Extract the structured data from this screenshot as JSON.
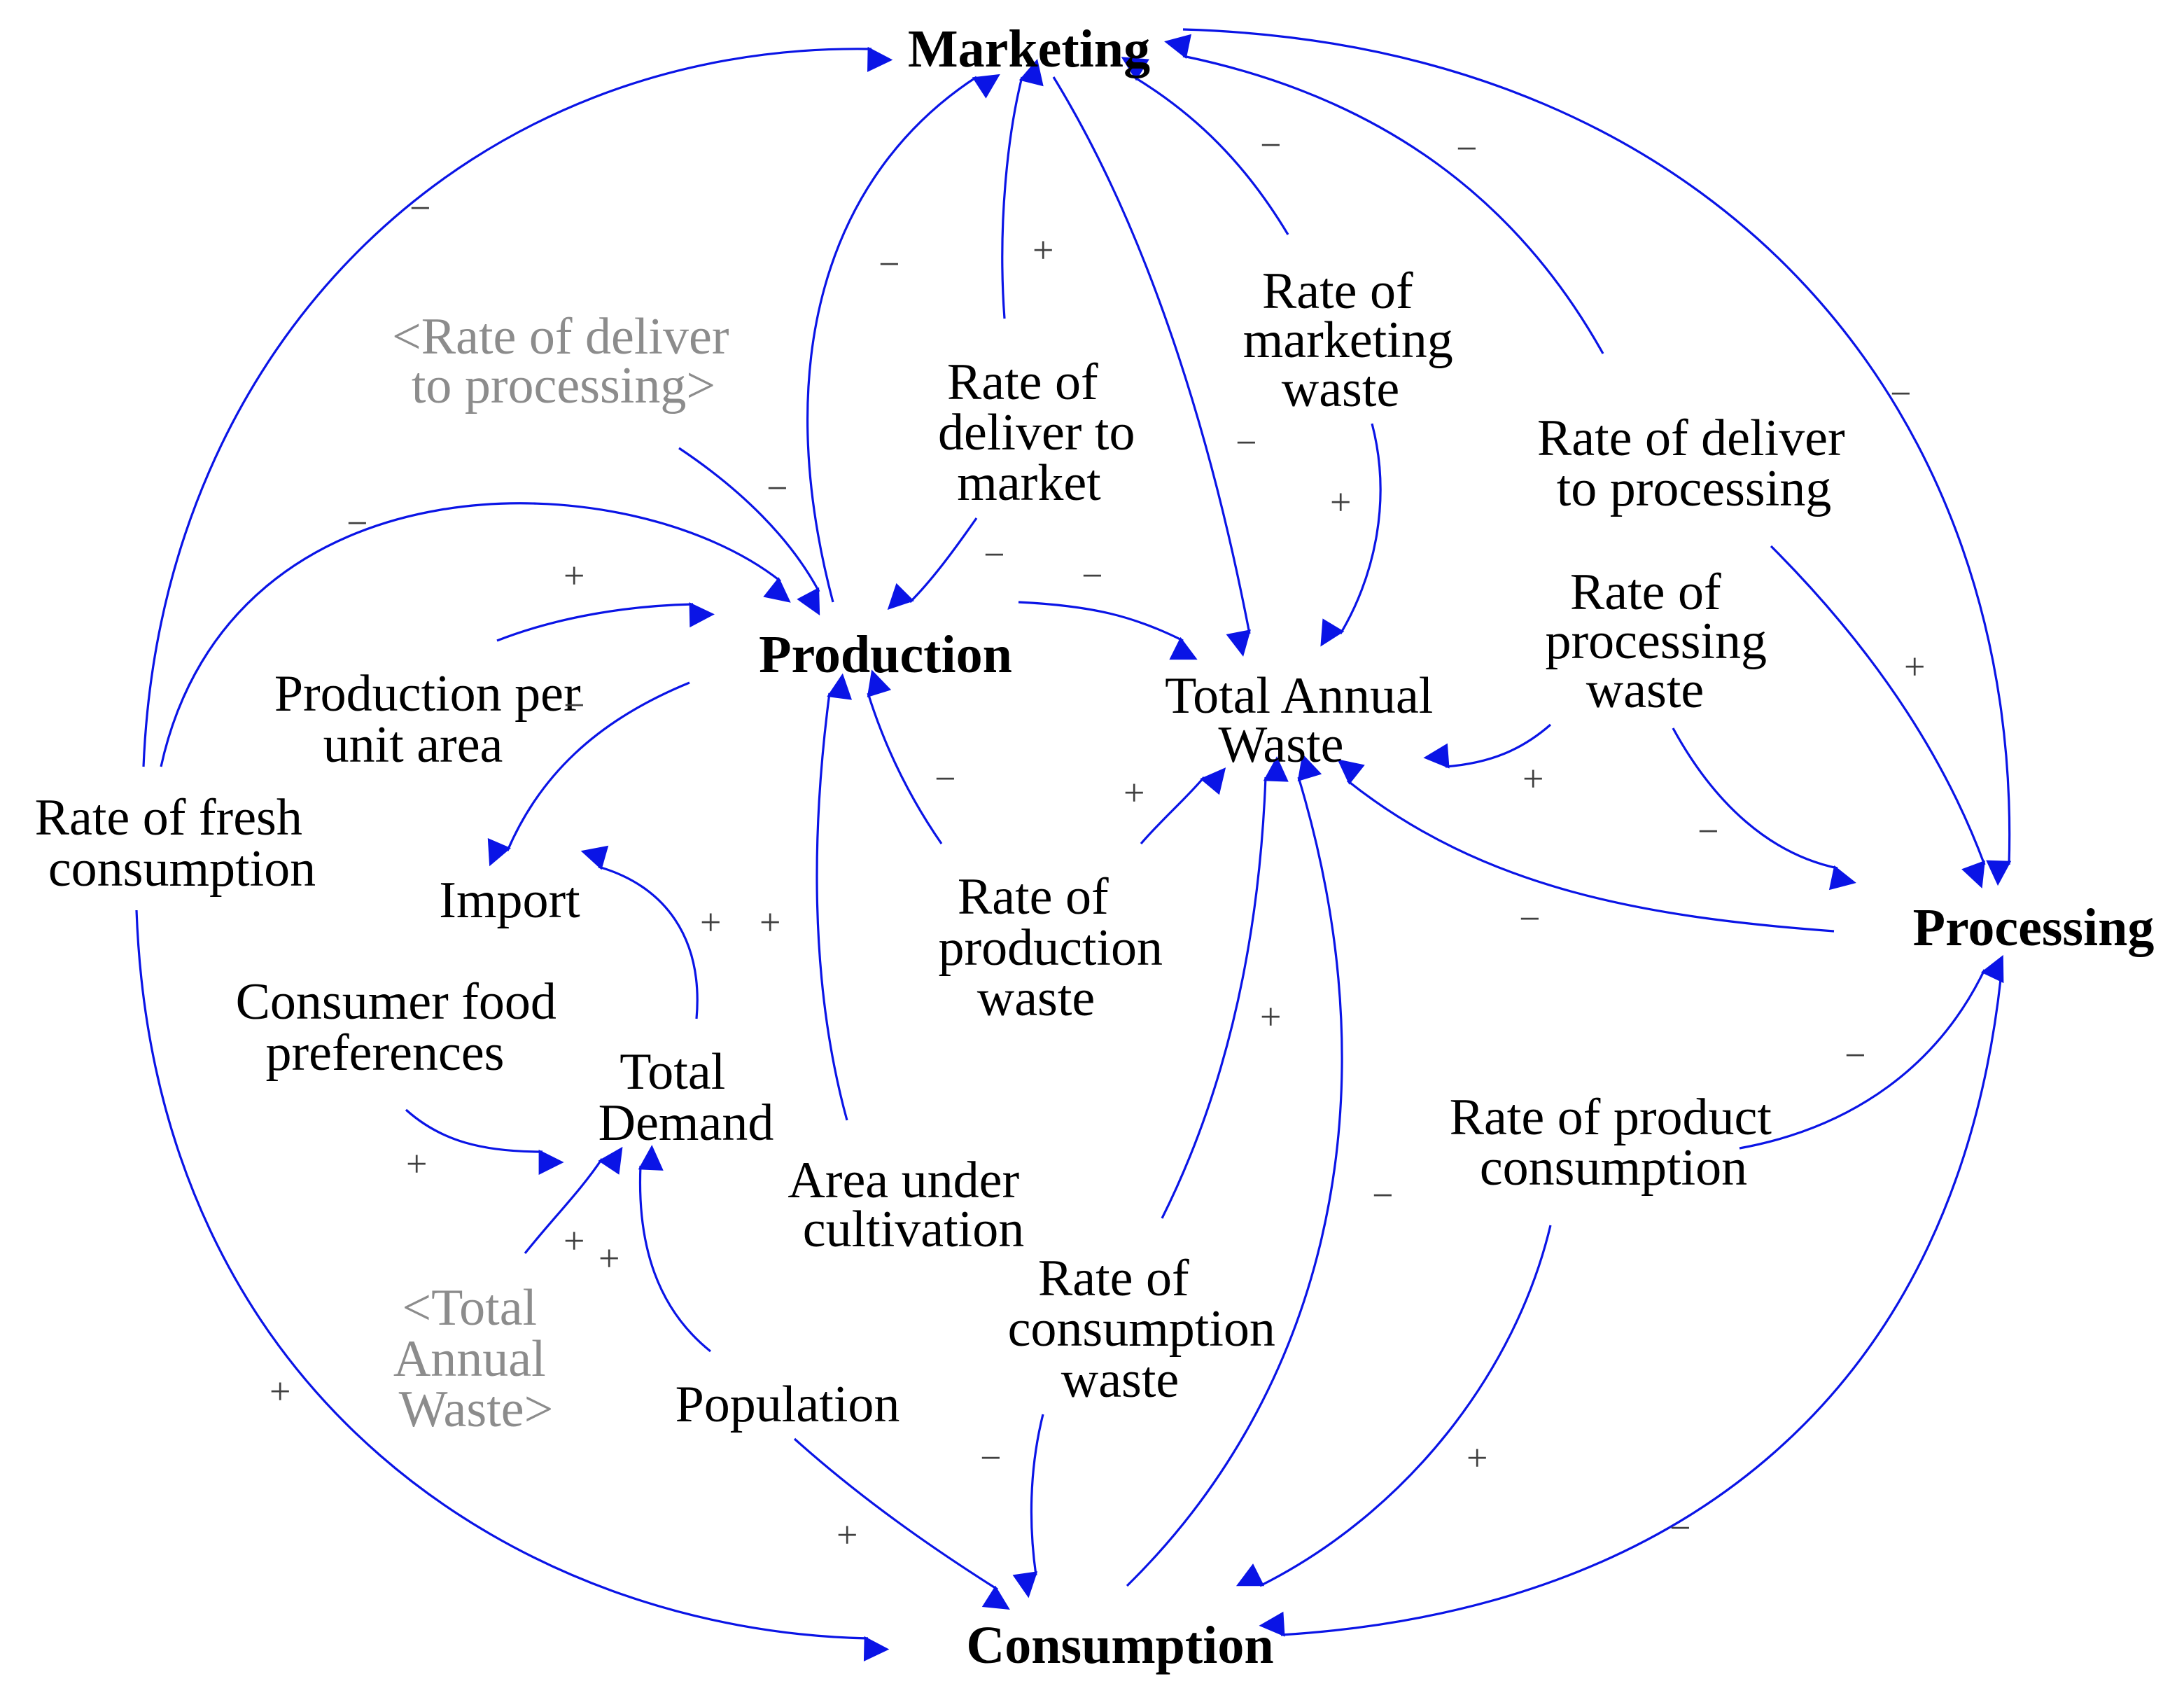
{
  "colors": {
    "arrow": "#0a14e6",
    "text": "#000000",
    "shadow_text": "#8c8c8c",
    "polarity": "#404040"
  },
  "nodes": {
    "marketing": "Marketing",
    "production": "Production",
    "processing": "Processing",
    "consumption": "Consumption",
    "total_annual_waste": [
      "Total Annual",
      "Waste"
    ],
    "rate_deliver_market": [
      "Rate of",
      "deliver to",
      "market"
    ],
    "rate_marketing_waste": [
      "Rate of",
      "marketing",
      "waste"
    ],
    "rate_deliver_processing": [
      "Rate of deliver",
      "to processing"
    ],
    "rate_processing_waste": [
      "Rate of",
      "processing",
      "waste"
    ],
    "shadow_rate_deliver_processing": [
      "<Rate of deliver",
      "to processing>"
    ],
    "production_per_unit_area": [
      "Production per",
      "unit area"
    ],
    "rate_fresh_consumption": [
      "Rate of fresh",
      "consumption"
    ],
    "import": "Import",
    "consumer_food_preferences": [
      "Consumer food",
      "preferences"
    ],
    "total_demand": [
      "Total",
      "Demand"
    ],
    "area_under_cultivation": [
      "Area under",
      "cultivation"
    ],
    "rate_production_waste": [
      "Rate of",
      "production",
      "waste"
    ],
    "rate_product_consumption": [
      "Rate of product",
      "consumption"
    ],
    "rate_consumption_waste": [
      "Rate of",
      "consumption",
      "waste"
    ],
    "shadow_total_annual_waste": [
      "<Total",
      "Annual",
      "Waste>"
    ],
    "population": "Population"
  },
  "polarities": {
    "plus": "+",
    "minus": "−"
  }
}
